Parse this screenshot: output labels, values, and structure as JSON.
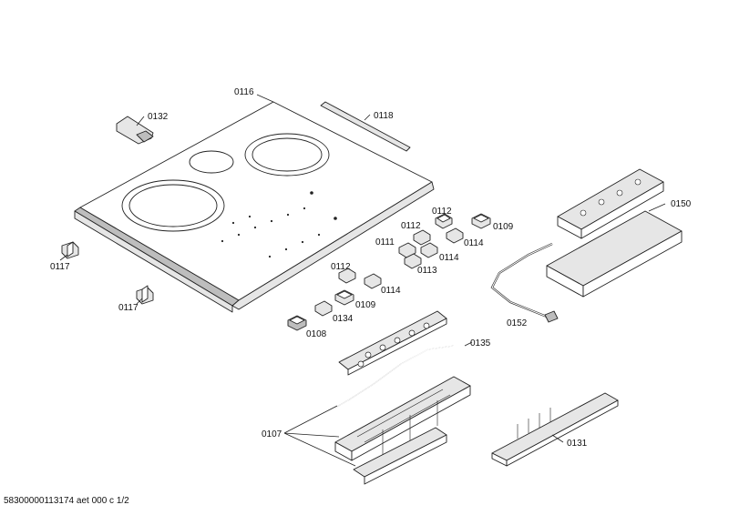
{
  "labels": {
    "p0116": "0116",
    "p0118": "0118",
    "p0132": "0132",
    "p0117a": "0117",
    "p0117b": "0117",
    "p0112a": "0112",
    "p0112b": "0112",
    "p0112c": "0112",
    "p0109a": "0109",
    "p0109b": "0109",
    "p0111": "0111",
    "p0114a": "0114",
    "p0114b": "0114",
    "p0114c": "0114",
    "p0113": "0113",
    "p0134": "0134",
    "p0108": "0108",
    "p0135": "0135",
    "p0107": "0107",
    "p0150": "0150",
    "p0152": "0152",
    "p0131": "0131"
  },
  "footer": "58300000113174 aet 000 c 1/2"
}
